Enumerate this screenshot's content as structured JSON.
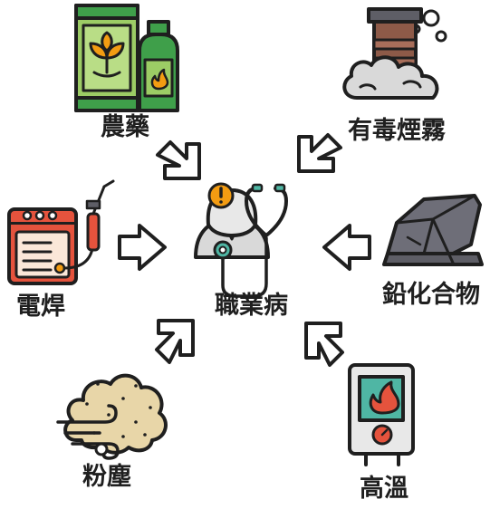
{
  "center": {
    "label": "職業病"
  },
  "sources": [
    {
      "id": "pesticide",
      "label": "農藥",
      "icon": "pesticide-icon"
    },
    {
      "id": "toxic-smoke",
      "label": "有毒煙霧",
      "icon": "factory-smoke-icon"
    },
    {
      "id": "welding",
      "label": "電焊",
      "icon": "welding-machine-icon"
    },
    {
      "id": "lead-compound",
      "label": "鉛化合物",
      "icon": "lead-ore-icon"
    },
    {
      "id": "dust",
      "label": "粉塵",
      "icon": "dust-cloud-icon"
    },
    {
      "id": "high-temperature",
      "label": "高溫",
      "icon": "furnace-icon"
    }
  ],
  "center_icon": "doctor-stethoscope-icon",
  "arrow_icon": "arrow-icon",
  "colors": {
    "outline": "#1f1f1f",
    "green_light": "#9ccc65",
    "green_dark": "#3f9f4a",
    "red": "#e5533d",
    "orange": "#f39c12",
    "teal": "#4fb6a4",
    "grey_dark": "#5e5e66",
    "grey_light": "#d9d9d9",
    "beige": "#e8d6a8",
    "brown": "#8d5a48"
  }
}
